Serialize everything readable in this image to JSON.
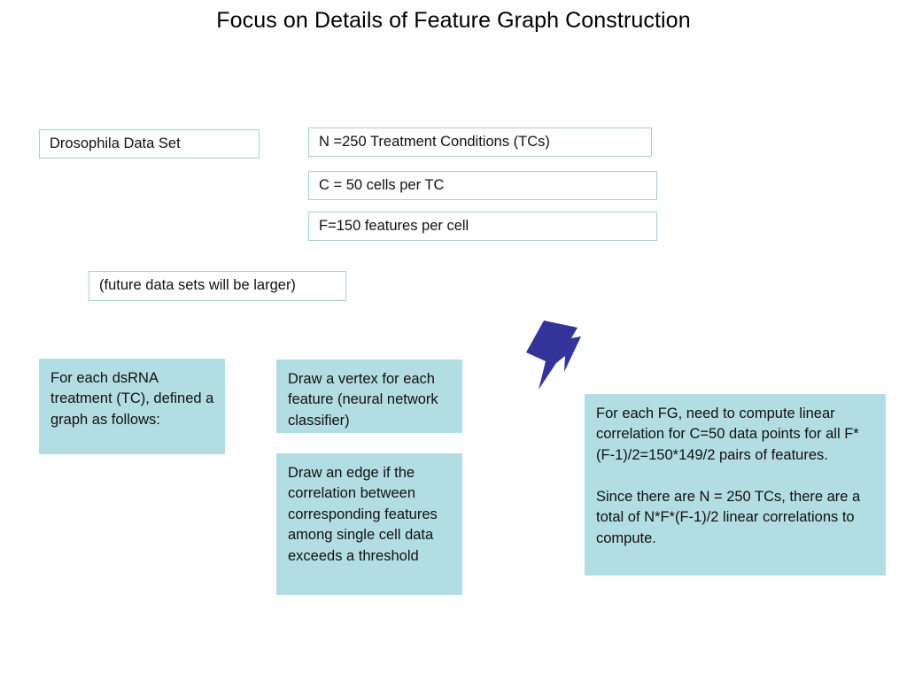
{
  "slide": {
    "title": "Focus on Details of Feature Graph Construction",
    "background_color": "#ffffff",
    "accent_teal": "#b2dde3",
    "outline_border_color": "#a9ced6",
    "arrow_color": "#333399"
  },
  "outline_boxes": [
    {
      "id": "drosophila",
      "text": "Drosophila Data Set"
    },
    {
      "id": "treatment-conditions",
      "text": "N =250 Treatment Conditions (TCs)"
    },
    {
      "id": "cells-per-tc",
      "text": "C = 50 cells per TC"
    },
    {
      "id": "features-per-cell",
      "text": "F=150 features per cell"
    },
    {
      "id": "future-data-sets",
      "text": "(future data sets will be larger)"
    }
  ],
  "teal_boxes": [
    {
      "id": "dsrna-graph",
      "text": "For each dsRNA treatment (TC), defined a graph as follows:"
    },
    {
      "id": "draw-vertex",
      "text": "Draw a vertex for each feature (neural network classifier)"
    },
    {
      "id": "draw-edge",
      "text": "Draw an edge if the correlation between corresponding features among single cell data exceeds a threshold"
    },
    {
      "id": "compute-correlations",
      "text": "For each FG, need to compute linear correlation for C=50 data points for all F*(F-1)/2=150*149/2 pairs of features.\n\nSince there are N = 250 TCs, there are a total of N*F*(F-1)/2 linear correlations to compute."
    }
  ],
  "shapes": [
    {
      "id": "curved-arrow",
      "name": "lightning-arrow-icon",
      "color": "#333399"
    }
  ]
}
